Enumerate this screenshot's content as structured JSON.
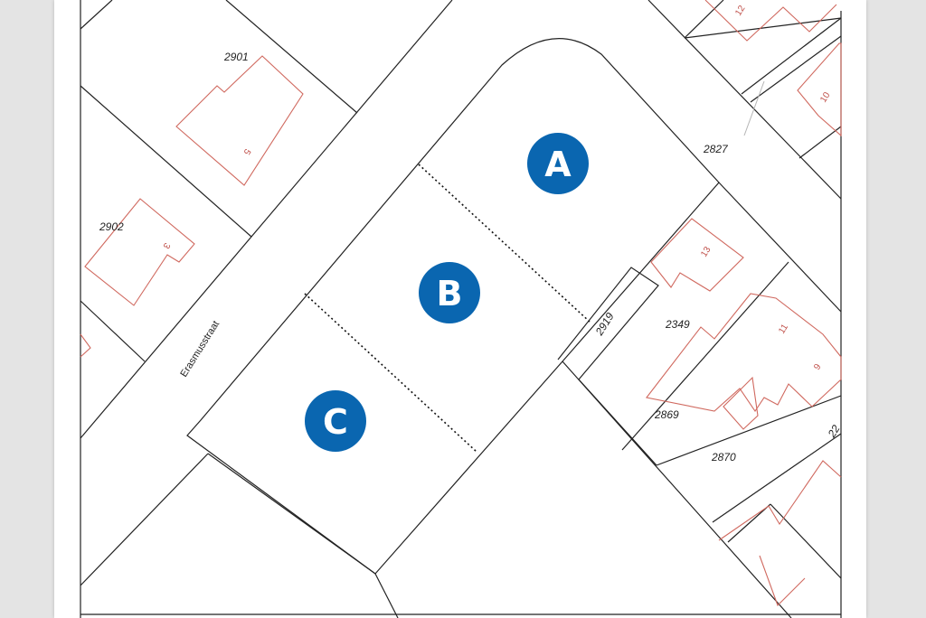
{
  "map": {
    "street_name": "Erasmusstraat",
    "parcels": [
      "2901",
      "2902",
      "2827",
      "2919",
      "2349",
      "2869",
      "2870",
      "22"
    ],
    "house_numbers": [
      "5",
      "3",
      "12",
      "10",
      "13",
      "11",
      "9"
    ],
    "plots": [
      "A",
      "B",
      "C"
    ],
    "colors": {
      "plot_marker": "#0a66b0",
      "building_outline": "#d0695f",
      "parcel_line": "#222222",
      "page_background": "#e4e4e4"
    }
  }
}
